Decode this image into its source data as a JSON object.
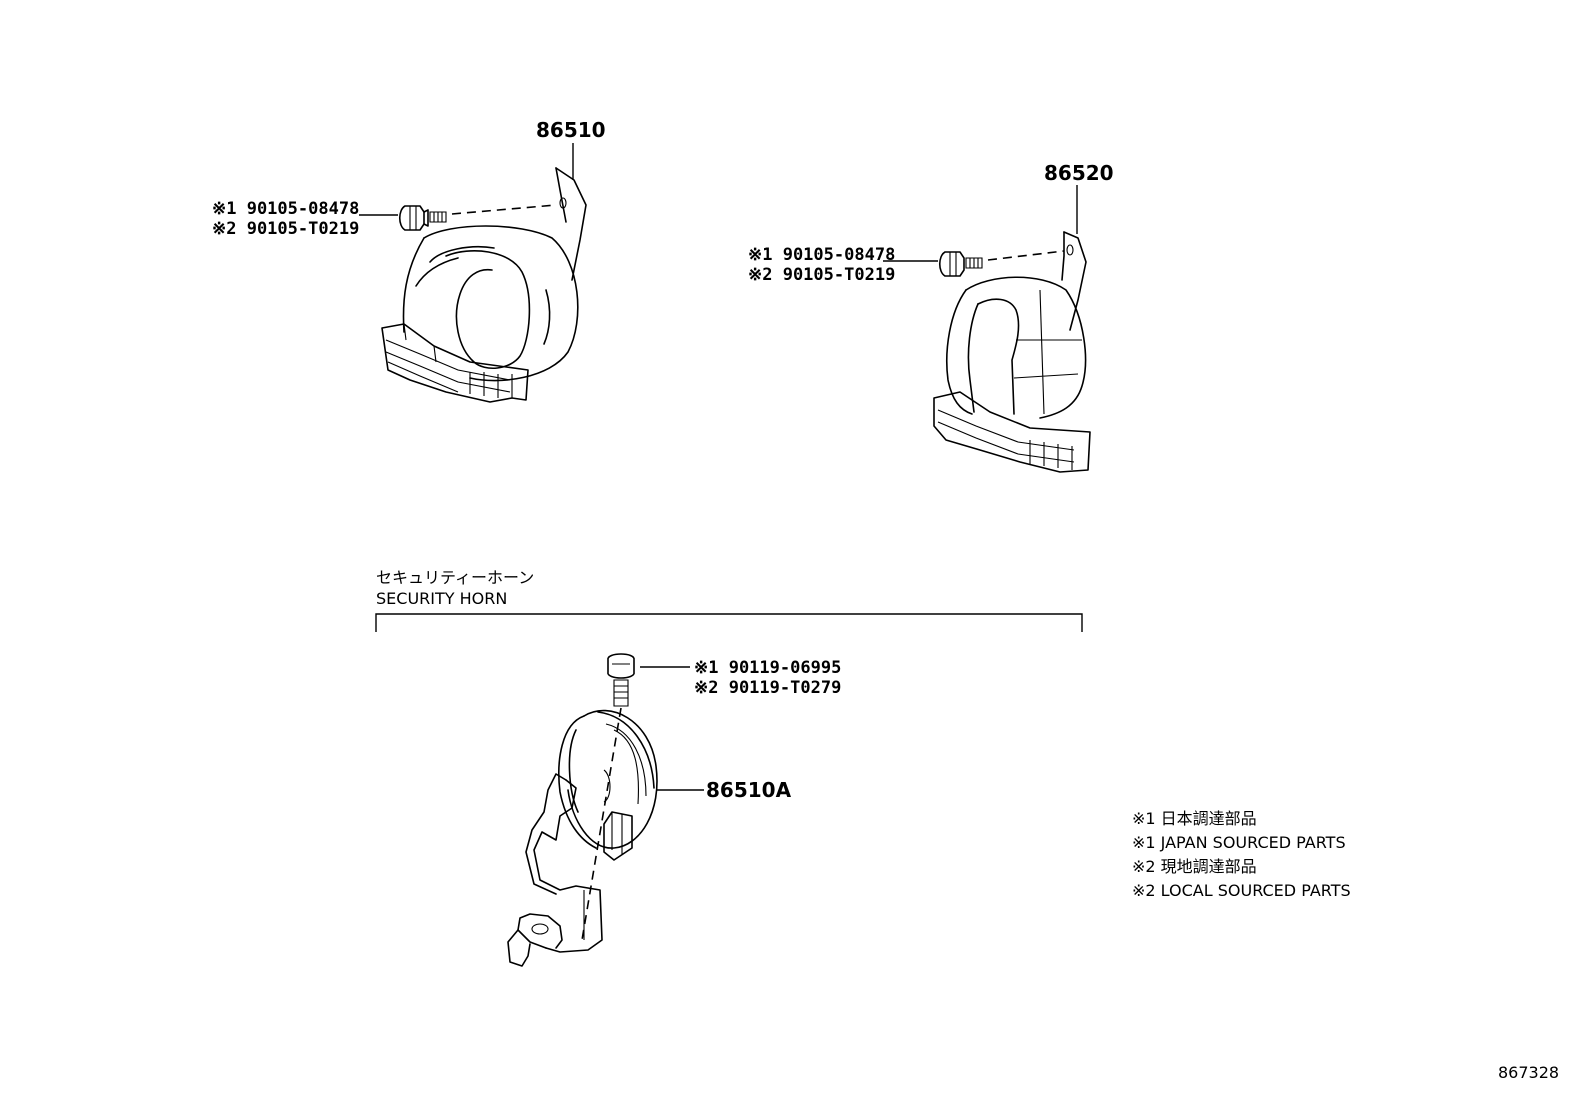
{
  "parts": {
    "horn_left": {
      "number": "86510"
    },
    "horn_right": {
      "number": "86520"
    },
    "horn_security": {
      "number": "86510A"
    }
  },
  "bolts": {
    "left": {
      "line1": "※1 90105-08478",
      "line2": "※2 90105-T0219"
    },
    "right": {
      "line1": "※1 90105-08478",
      "line2": "※2 90105-T0219"
    },
    "security": {
      "line1": "※1 90119-06995",
      "line2": "※2 90119-T0279"
    }
  },
  "security_group": {
    "label_jp": "セキュリティーホーン",
    "label_en": "SECURITY HORN"
  },
  "legend": [
    "※1 日本調達部品",
    "※1 JAPAN SOURCED PARTS",
    "※2 現地調達部品",
    "※2 LOCAL SOURCED PARTS"
  ],
  "diagram_id": "867328"
}
